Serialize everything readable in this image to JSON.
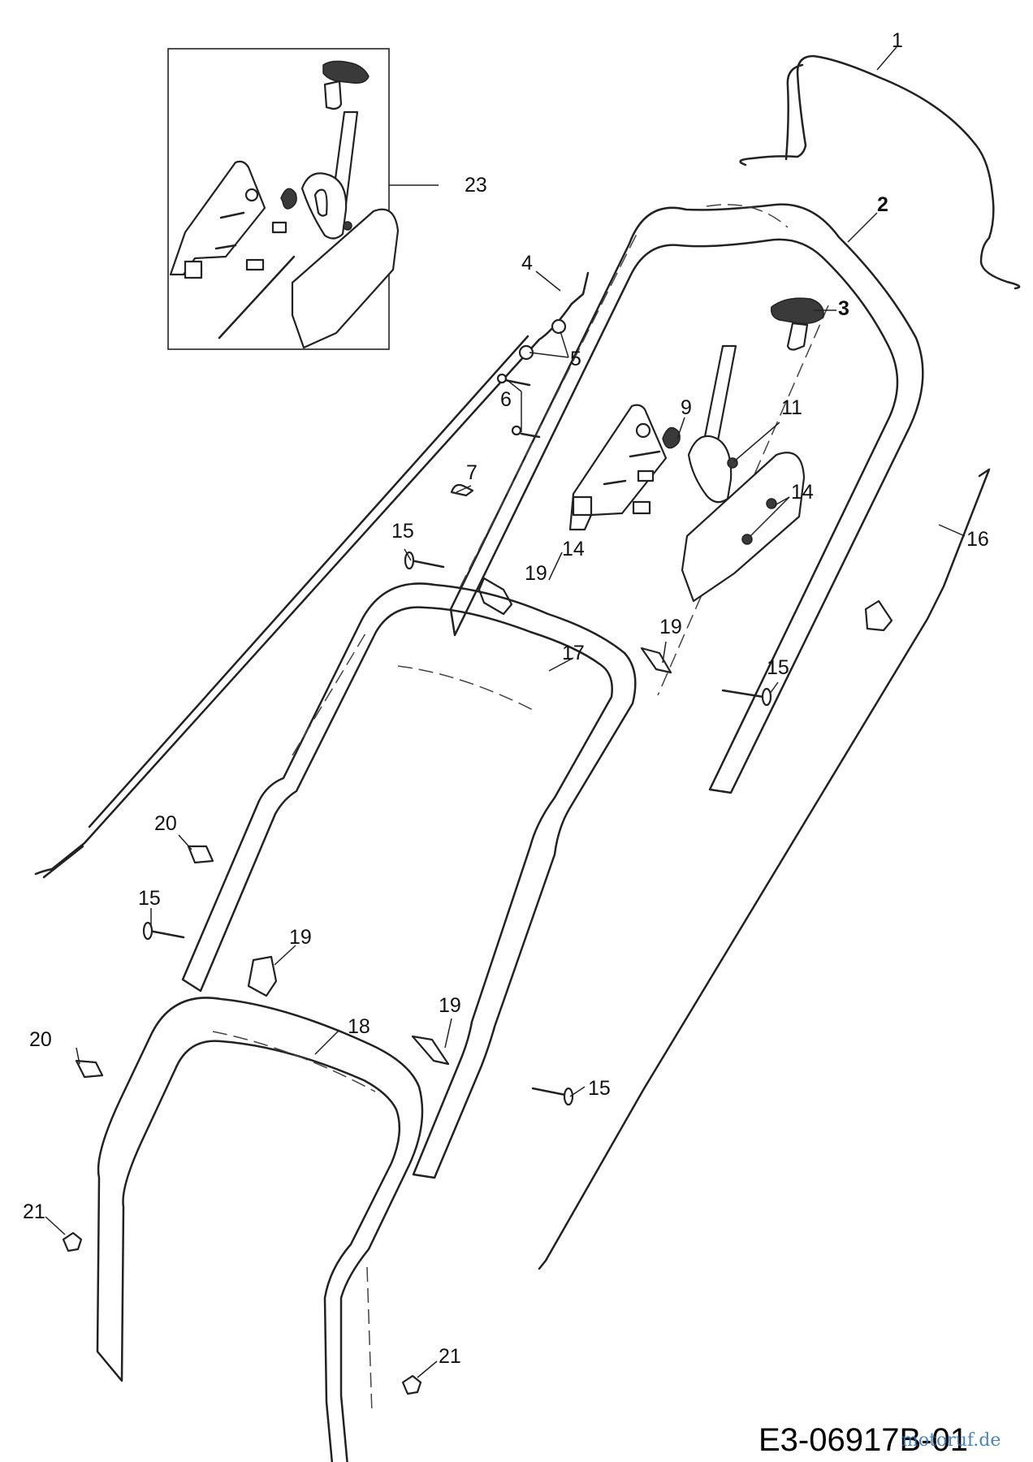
{
  "callouts": {
    "c1": "1",
    "c2": "2",
    "c3": "3",
    "c4": "4",
    "c5": "5",
    "c6": "6",
    "c7": "7",
    "c9": "9",
    "c11": "11",
    "c14a": "14",
    "c14b": "14",
    "c15a": "15",
    "c15b": "15",
    "c15c": "15",
    "c15d": "15",
    "c16": "16",
    "c17": "17",
    "c18": "18",
    "c19a": "19",
    "c19b": "19",
    "c19c": "19",
    "c19d": "19",
    "c20a": "20",
    "c20b": "20",
    "c21a": "21",
    "c21b": "21",
    "c23": "23"
  },
  "reference_code": "E3-06917B-01",
  "watermark": "motoruf.de"
}
